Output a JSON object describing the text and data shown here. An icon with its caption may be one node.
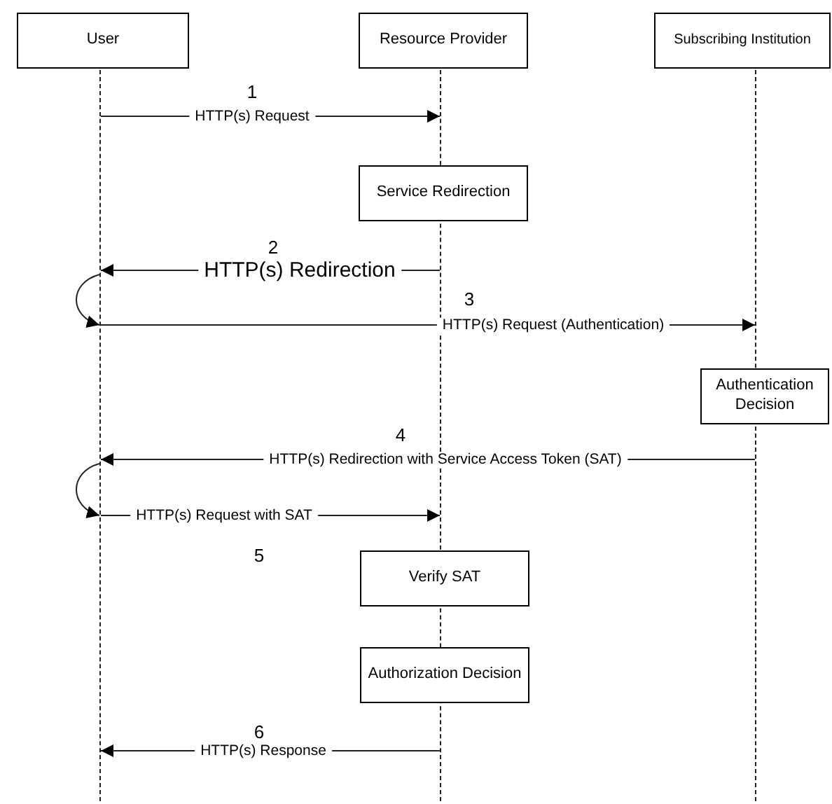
{
  "diagram": {
    "nodes": [
      {
        "text": [
          "User"
        ]
      },
      {
        "text": [
          "Resource Provider"
        ]
      },
      {
        "text": [
          "Subscribing Institution"
        ]
      },
      {
        "text": [],
        "shape": "bar"
      },
      {
        "text": [],
        "shape": "bar"
      },
      {
        "text": [],
        "shape": "bar"
      },
      {
        "text": [
          "Service Redirection"
        ]
      },
      {
        "text": [
          "Authentication Decision"
        ]
      },
      {
        "text": [
          "Verify SAT"
        ]
      },
      {
        "text": [
          "Authorization Decision"
        ]
      }
    ],
    "edges": [
      {
        "from": 3,
        "to": 4,
        "arrow": "to",
        "label": "HTTP(s) Request"
      },
      {
        "from": 4,
        "to": 3,
        "arrow": "to",
        "label": "HTTP(s) Redirection"
      },
      {
        "from": 3,
        "to": 3,
        "arrow": "to"
      },
      {
        "from": 3,
        "to": 5,
        "arrow": "to",
        "label": "HTTP(s) Request (Authentication)"
      },
      {
        "from": 5,
        "to": 3,
        "arrow": "to",
        "label": "HTTP(s) Redirection with Service Access Token (SAT)"
      },
      {
        "from": 3,
        "to": 3,
        "arrow": "to"
      },
      {
        "from": 3,
        "to": 4,
        "arrow": "to",
        "label": "HTTP(s) Request with SAT"
      },
      {
        "from": 4,
        "to": 3,
        "arrow": "to",
        "label": "HTTP(s) Response"
      }
    ],
    "labels": [
      "1",
      "2",
      "3",
      "4",
      "5",
      "6"
    ]
  }
}
